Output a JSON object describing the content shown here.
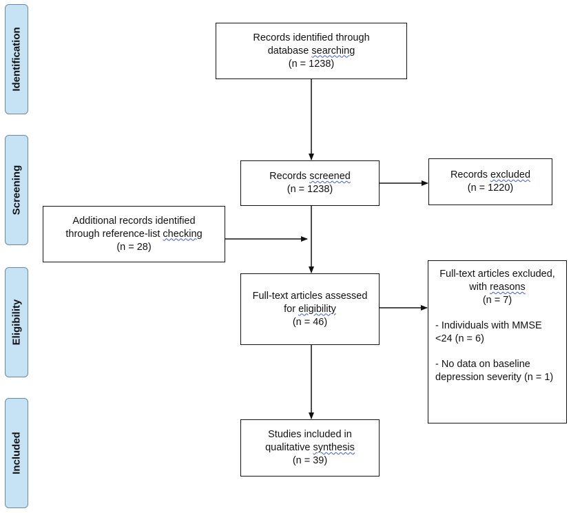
{
  "phases": {
    "identification": "Identification",
    "screening": "Screening",
    "eligibility": "Eligibility",
    "included": "Included"
  },
  "boxes": {
    "identified": {
      "line1": "Records identified through",
      "line2a": "database ",
      "line2b": "searching",
      "line3": "(n = 1238)"
    },
    "screened": {
      "line1a": "Records ",
      "line1b": "screened",
      "line2": "(n = 1238)"
    },
    "excluded": {
      "line1a": "Records ",
      "line1b": "excluded",
      "line2": "(n = 1220)"
    },
    "additional": {
      "line1": "Additional records identified",
      "line2a": "through reference-list ",
      "line2b": "checking",
      "line3": "(n = 28)"
    },
    "fulltext": {
      "line1": "Full-text articles assessed",
      "line2a": "for ",
      "line2b": "eligibility",
      "line3": "(n = 46)"
    },
    "fulltext_excluded": {
      "line1": "Full-text articles excluded,",
      "line2a": "with ",
      "line2b": "reasons",
      "line3": "(n = 7)",
      "reason1_line1": "- Individuals with MMSE",
      "reason1_line2": "<24 (n = 6)",
      "reason2_line1": "- No data on baseline",
      "reason2_line2": "depression severity (n = 1)"
    },
    "included": {
      "line1": "Studies included in",
      "line2a": "qualitative ",
      "line2b": "synthesis",
      "line3": "(n = 39)"
    }
  }
}
